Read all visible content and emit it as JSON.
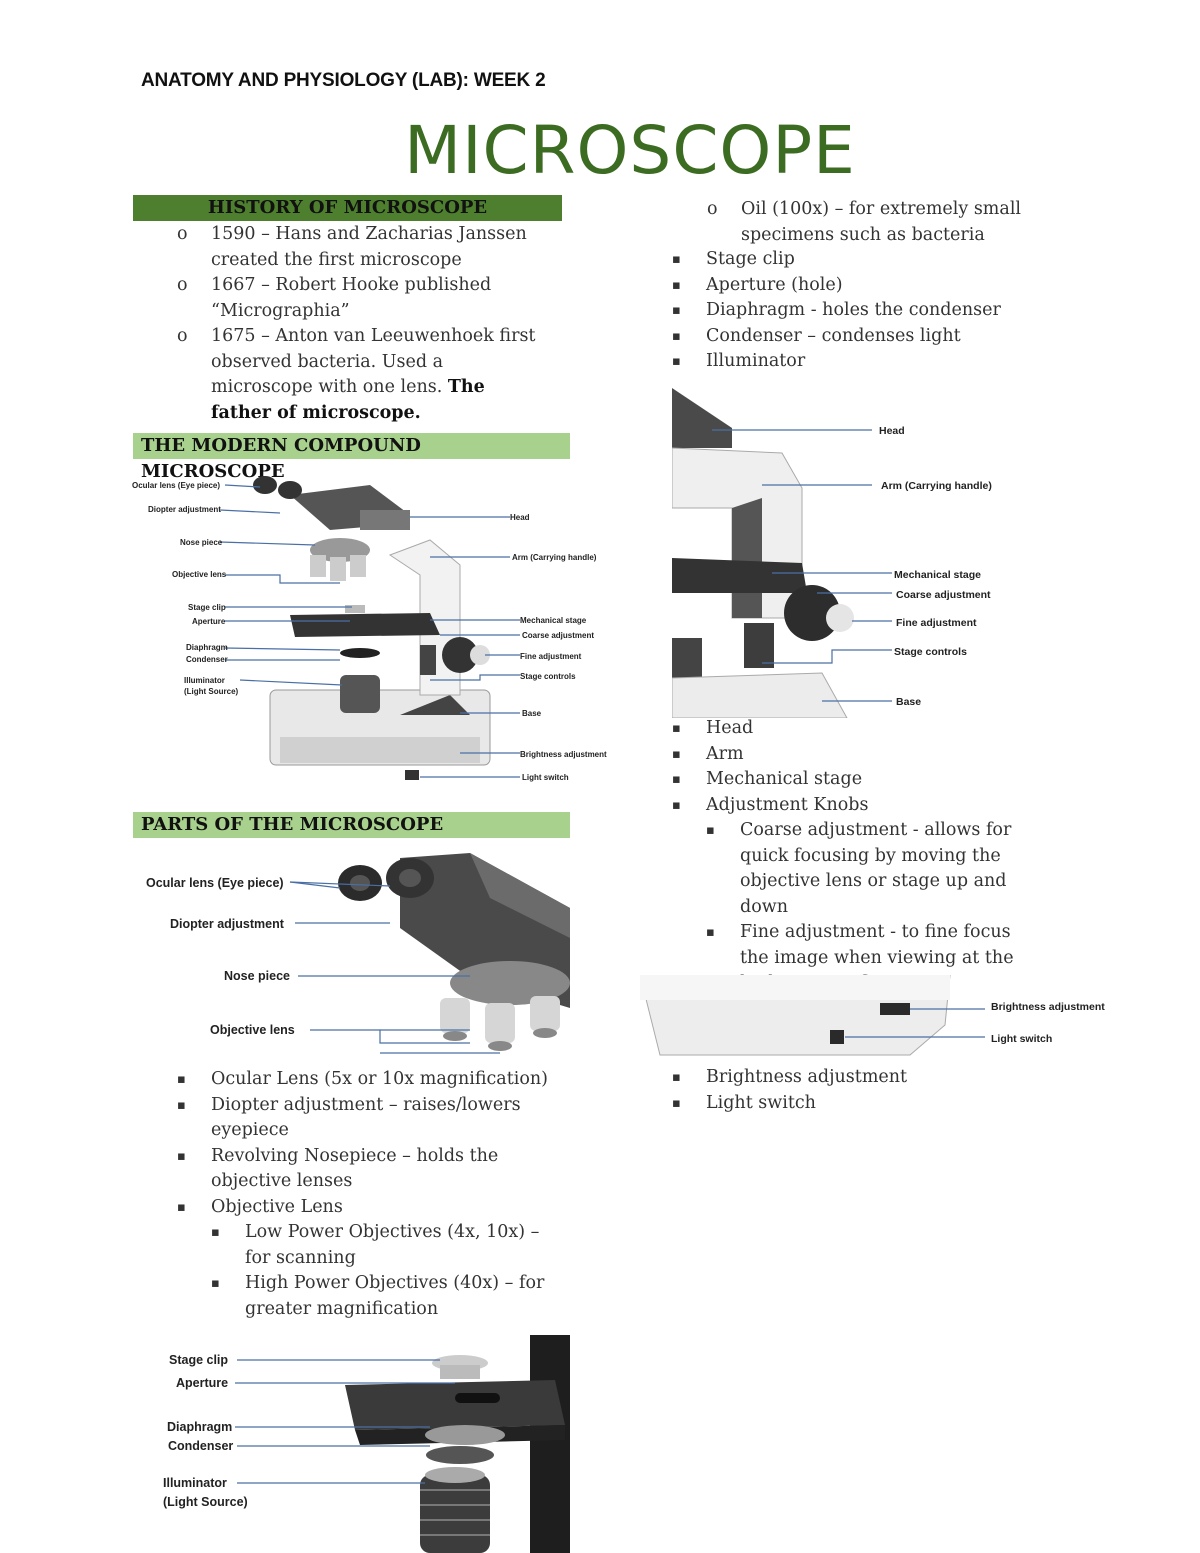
{
  "header": "ANATOMY AND PHYSIOLOGY (LAB): WEEK 2",
  "title": "MICROSCOPE",
  "history": {
    "heading": "HISTORY OF MICROSCOPE",
    "items": [
      "1590 – Hans and Zacharias Janssen created the first microscope",
      "1667 – Robert Hooke published “Micrographia”",
      "1675 – Anton van Leeuwenhoek first observed bacteria. Used a microscope with one lens."
    ],
    "bold_tail": "The father of microscope."
  },
  "modern": {
    "heading": "THE MODERN COMPOUND MICROSCOPE",
    "labels": {
      "ocular": "Ocular lens (Eye piece)",
      "diopter": "Diopter adjustment",
      "nose": "Nose piece",
      "objective": "Objective lens",
      "stage_clip": "Stage clip",
      "aperture": "Aperture",
      "diaphragm": "Diaphragm",
      "condenser": "Condenser",
      "illuminator": "Illuminator",
      "light_source": "(Light Source)",
      "head": "Head",
      "arm": "Arm (Carrying handle)",
      "mech_stage": "Mechanical stage",
      "coarse": "Coarse adjustment",
      "fine": "Fine adjustment",
      "stage_controls": "Stage controls",
      "base": "Base",
      "brightness": "Brightness adjustment",
      "light_switch": "Light switch"
    }
  },
  "parts": {
    "heading": "PARTS OF THE MICROSCOPE",
    "fig1_labels": {
      "ocular": "Ocular lens (Eye piece)",
      "diopter": "Diopter adjustment",
      "nose": "Nose piece",
      "objective": "Objective lens"
    },
    "list1": [
      "Ocular Lens (5x or 10x magnification)",
      "Diopter adjustment – raises/lowers eyepiece",
      "Revolving Nosepiece – holds the objective lenses",
      "Objective Lens"
    ],
    "objective_sub": [
      "Low Power Objectives (4x, 10x) – for scanning",
      "High Power Objectives (40x) – for greater magnification"
    ],
    "fig2_labels": {
      "stage_clip": "Stage clip",
      "aperture": "Aperture",
      "diaphragm": "Diaphragm",
      "condenser": "Condenser",
      "illuminator": "Illuminator",
      "light_source": "(Light Source)"
    }
  },
  "right": {
    "oil": "Oil (100x) – for extremely small specimens such as bacteria",
    "list_a": [
      "Stage clip",
      "Aperture (hole)",
      "Diaphragm - holes the condenser",
      "Condenser – condenses light",
      "Illuminator"
    ],
    "fig3_labels": {
      "head": "Head",
      "arm": "Arm (Carrying handle)",
      "mech_stage": "Mechanical stage",
      "coarse": "Coarse adjustment",
      "fine": "Fine adjustment",
      "stage_controls": "Stage controls",
      "base": "Base"
    },
    "list_b": [
      "Head",
      "Arm",
      "Mechanical stage",
      "Adjustment Knobs"
    ],
    "knobs_sub": [
      "Coarse adjustment - allows for quick focusing by moving the objective lens or stage up and down",
      "Fine adjustment - to fine focus the image when viewing at the higher magnifications"
    ],
    "fig4_labels": {
      "brightness": "Brightness adjustment",
      "light_switch": "Light switch"
    },
    "list_c": [
      "Brightness adjustment",
      "Light switch"
    ]
  }
}
